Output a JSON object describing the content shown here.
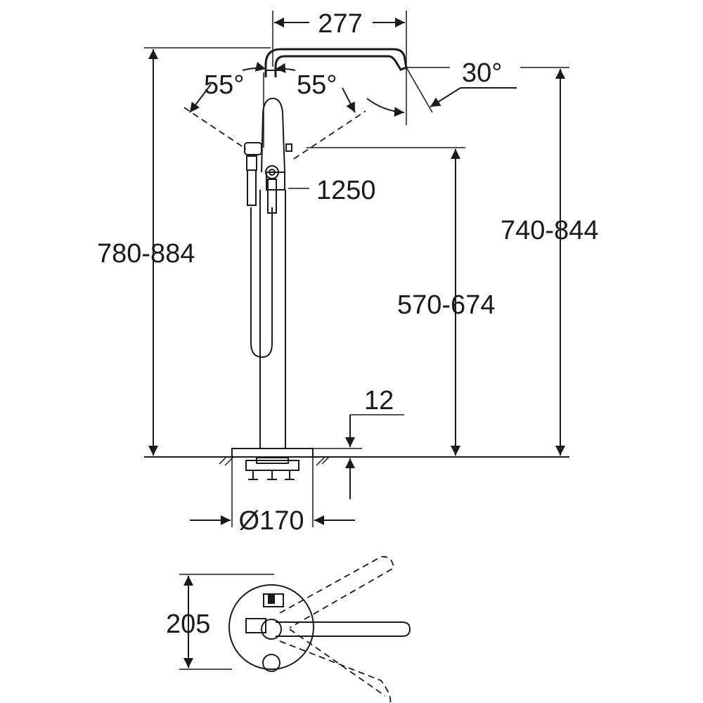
{
  "dimensions": {
    "spout_reach": "277",
    "lever_angle_left": "55°",
    "lever_angle_right": "55°",
    "spout_swivel_angle": "30°",
    "hose_length": "1250",
    "total_height": "780-884",
    "spout_height": "740-844",
    "outlet_height": "570-674",
    "base_thickness": "12",
    "base_diameter": "Ø170",
    "plan_depth": "205"
  }
}
